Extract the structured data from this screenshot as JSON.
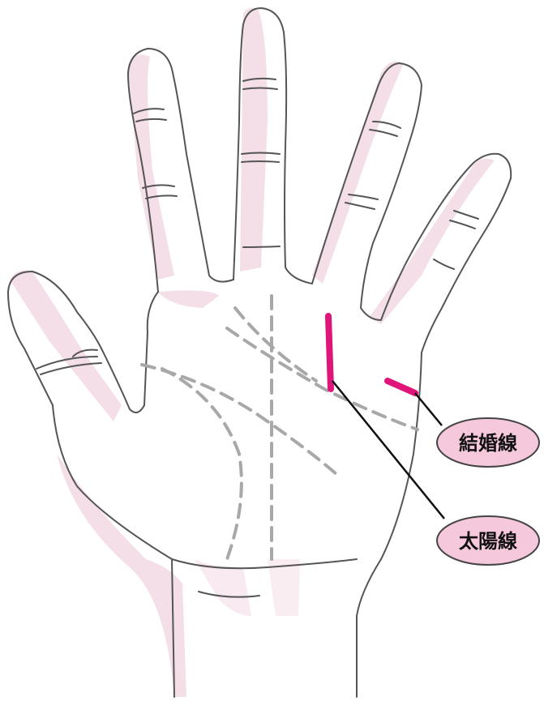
{
  "labels": {
    "marriage_line": "結婚線",
    "sun_line": "太陽線"
  },
  "colors": {
    "outline": "#555555",
    "skin_shadow": "#f3dce6",
    "highlight_line": "#e0157a",
    "dashed_line": "#a8a8a8",
    "label_fill": "#f5c8dc",
    "label_stroke": "#444444",
    "leader": "#111111"
  },
  "icons": {
    "hand": "palm-hand-outline"
  }
}
